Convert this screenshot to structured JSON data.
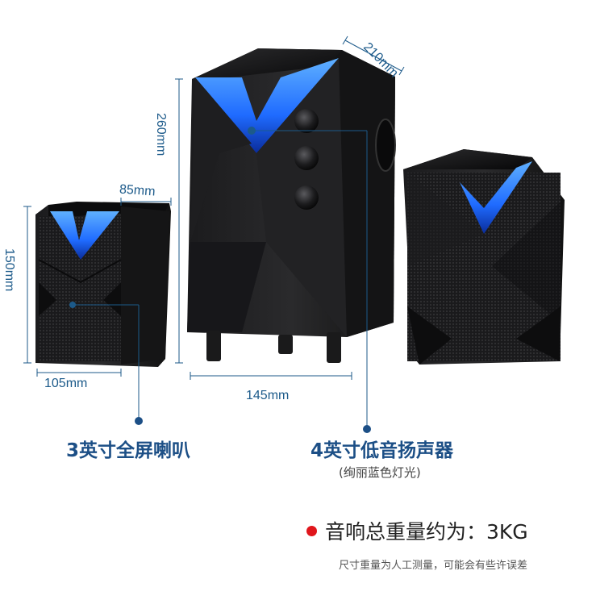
{
  "dimensions": {
    "small_height": "150mm",
    "small_depth": "85mm",
    "small_width": "105mm",
    "sub_height": "260mm",
    "sub_depth": "210mm",
    "sub_width": "145mm"
  },
  "labels": {
    "satellite": "3英寸全屏喇叭",
    "subwoofer": "4英寸低音扬声器",
    "subwoofer_note": "(绚丽蓝色灯光)"
  },
  "weight": {
    "text": "音响总重量约为：3KG",
    "bullet_color": "#e0161c"
  },
  "footnote": "尺寸重量为人工测量，可能会有些许误差",
  "colors": {
    "accent_blue": "#1e6fff",
    "label_blue": "#1c4f86"
  }
}
